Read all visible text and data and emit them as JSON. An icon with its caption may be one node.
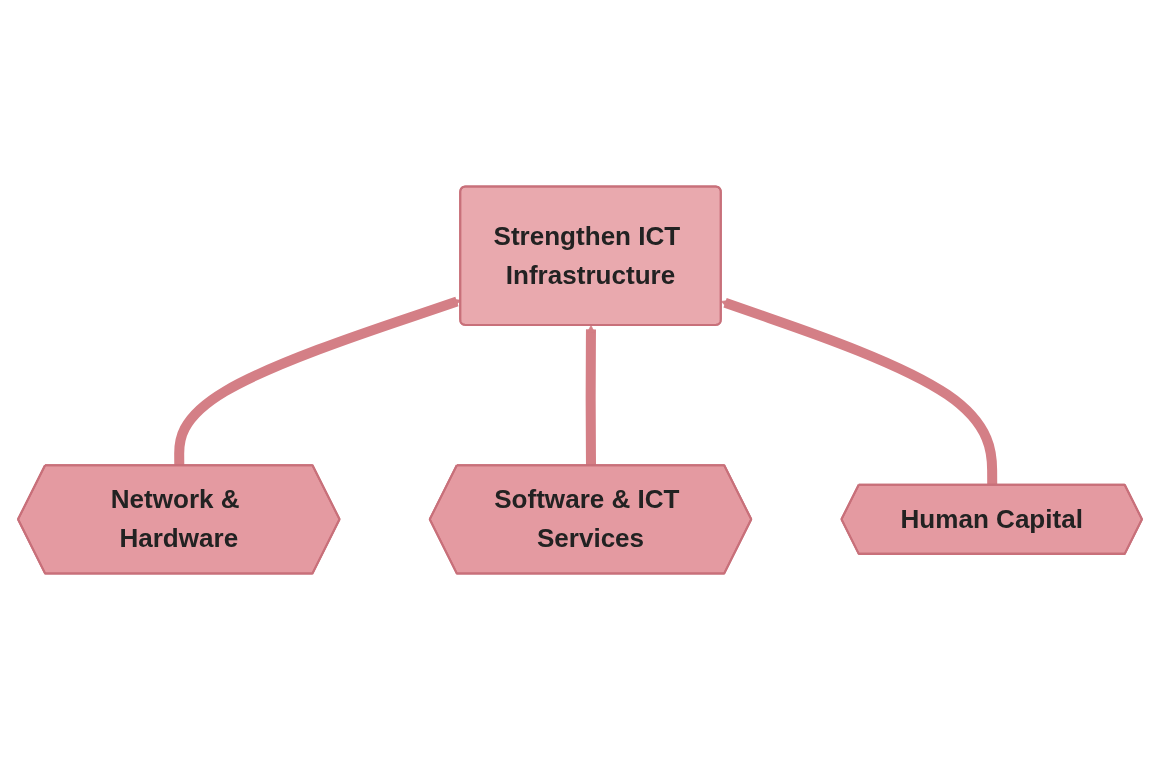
{
  "diagram": {
    "nodes": [
      {
        "text": [
          "Strengthen ICT Infrastructure"
        ]
      },
      {
        "text": [
          "Network & Hardware"
        ]
      },
      {
        "text": [
          "Software & ICT Services"
        ]
      },
      {
        "text": [
          "Human Capital"
        ]
      }
    ],
    "edges": [
      {
        "from": 1,
        "to": 0,
        "arrow": "to"
      },
      {
        "from": 2,
        "to": 0,
        "arrow": "to"
      },
      {
        "from": 3,
        "to": 0,
        "arrow": "to"
      }
    ]
  }
}
